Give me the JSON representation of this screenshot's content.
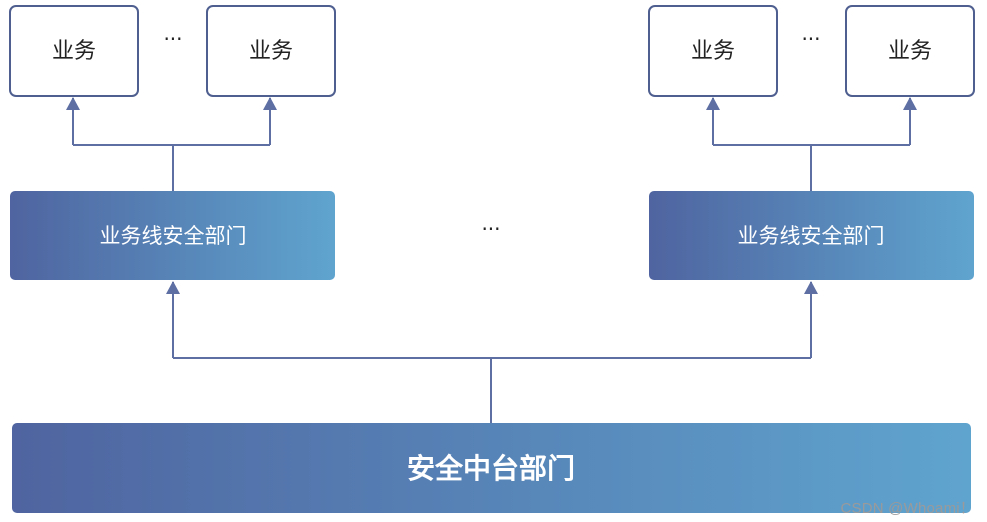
{
  "colors": {
    "line": "#5d6fa3",
    "box_border": "#4f5f8f",
    "box_fill": "#ffffff",
    "gradient_start": "#4f64a0",
    "gradient_end": "#5fa4cf",
    "text_dark": "#222222",
    "text_light": "#ffffff"
  },
  "business_boxes": {
    "left_1": "业务",
    "left_2": "业务",
    "right_1": "业务",
    "right_2": "业务"
  },
  "ellipses": {
    "top_left": "···",
    "top_right": "···",
    "middle": "···"
  },
  "line_departments": {
    "left": "业务线安全部门",
    "right": "业务线安全部门"
  },
  "platform_department": "安全中台部门",
  "watermark": "CSDN @Whoami！"
}
